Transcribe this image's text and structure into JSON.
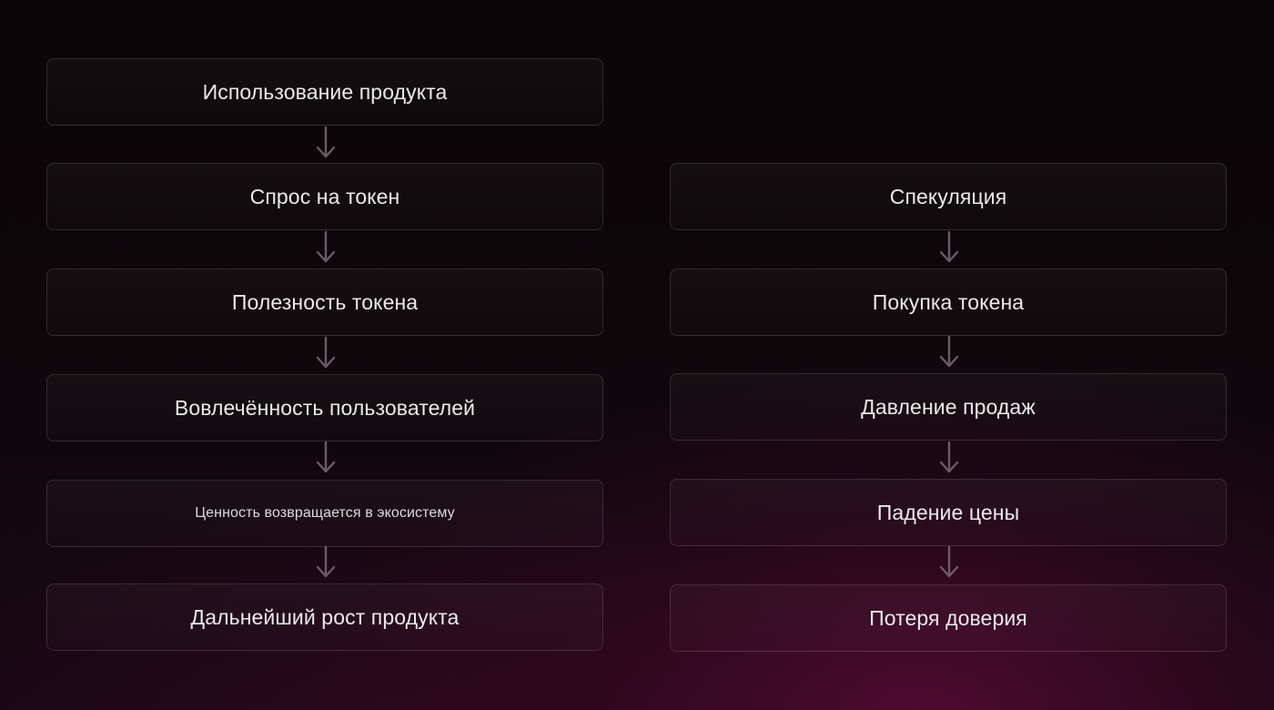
{
  "left_flow": {
    "steps": [
      "Использование продукта",
      "Спрос на токен",
      "Полезность токена",
      "Вовлечённость пользователей",
      "Ценность возвращается в экосистему",
      "Дальнейший рост продукта"
    ]
  },
  "right_flow": {
    "steps": [
      "Спекуляция",
      "Покупка токена",
      "Давление продаж",
      "Падение цены",
      "Потеря доверия"
    ]
  },
  "colors": {
    "arrow": "#6e5a66",
    "box_border": "#2a2428",
    "text": "#eaeaea",
    "accent_glow": "#6e0c40"
  },
  "icons": {
    "connector": "arrow-down-icon"
  }
}
